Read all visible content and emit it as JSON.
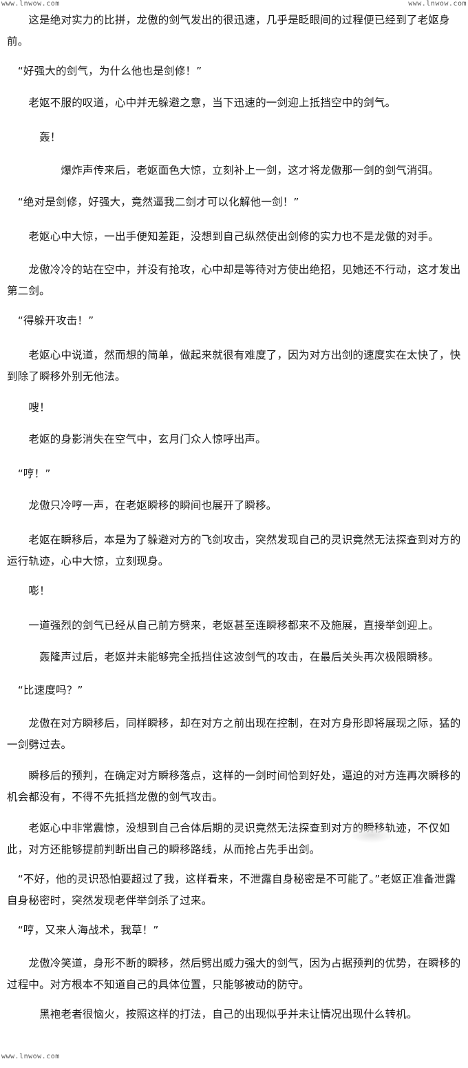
{
  "watermark": {
    "top_left": "www.lnwow.com",
    "top_right": "www.lnwow.com",
    "bottom_left": "www.lnwow.com"
  },
  "paragraphs": [
    "　　这是绝对实力的比拼，龙傲的剑气发出的很迅速，几乎是眨眼间的过程便已经到了老妪身前。",
    "　“好强大的剑气，为什么他也是剑修！”",
    "　　老妪不服的叹道，心中并无躲避之意，当下迅速的一剑迎上抵挡空中的剑气。",
    "　　　轰！",
    "　　　　　爆炸声传来后，老妪面色大惊，立刻补上一剑，这才将龙傲那一剑的剑气消弭。",
    "　“绝对是剑修，好强大，竟然逼我二剑才可以化解他一剑！”",
    "　　老妪心中大惊，一出手便知差距，没想到自己纵然使出剑修的实力也不是龙傲的对手。",
    "　　龙傲冷冷的站在空中，并没有抢攻，心中却是等待对方使出绝招，见她还不行动，这才发出第二剑。",
    "　“得躲开攻击！”",
    "　　老妪心中说道，然而想的简单，做起来就很有难度了，因为对方出剑的速度实在太快了，快到除了瞬移外别无他法。",
    "　　嗖！",
    "　　老妪的身影消失在空气中，玄月门众人惊呼出声。",
    "　“哼！”",
    "　　龙傲只冷哼一声，在老妪瞬移的瞬间也展开了瞬移。",
    "　　老妪在瞬移后，本是为了躲避对方的飞剑攻击，突然发现自己的灵识竟然无法探查到对方的运行轨迹，心中大惊，立刻现身。",
    "　　嘭！",
    "　　一道强烈的剑气已经从自己前方劈来，老妪甚至连瞬移都来不及施展，直接举剑迎上。",
    "　　　轰隆声过后，老妪并未能够完全抵挡住这波剑气的攻击，在最后关头再次极限瞬移。",
    "　“比速度吗？”",
    "　　龙傲在对方瞬移后，同样瞬移，却在对方之前出现在控制，在对方身形即将展现之际，猛的一剑劈过去。",
    "　　瞬移后的预判，在确定对方瞬移落点，这样的一剑时间恰到好处，逼迫的对方连再次瞬移的机会都没有，不得不先抵挡龙傲的剑气攻击。",
    "　　老妪心中非常震惊，没想到自己合体后期的灵识竟然无法探查到对方的瞬移轨迹，不仅如此，对方还能够提前判断出自己的瞬移路线，从而抢占先手出剑。",
    "　“不好，他的灵识恐怕要超过了我，这样看来，不泄露自身秘密是不可能了。”老妪正准备泄露自身秘密时，突然发现老伴举剑杀了过来。",
    "　“哼，又来人海战术，我草！”",
    "　　龙傲冷笑道，身形不断的瞬移，然后劈出威力强大的剑气，因为占据预判的优势，在瞬移的过程中。对方根本不知道自己的具体位置，只能够被动的防守。",
    "　　　黑袍老者很恼火，按照这样的打法，自己的出现似乎并未让情况出现什么转机。"
  ]
}
